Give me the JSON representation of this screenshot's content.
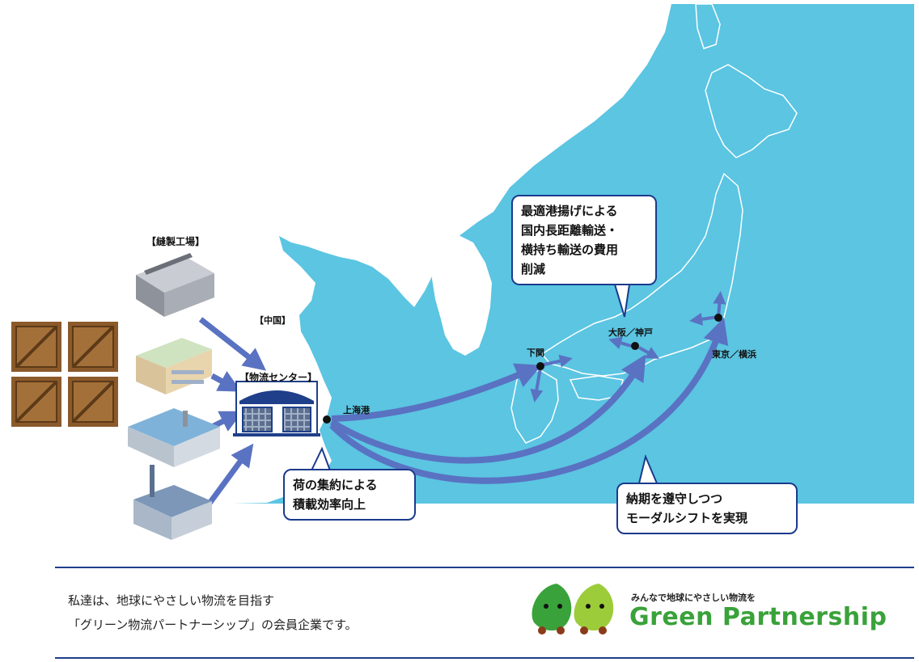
{
  "labels": {
    "sewing_factory": "【縫製工場】",
    "china": "【中国】",
    "logistics_center": "【物流センター】",
    "shanghai_port": "上海港",
    "shimonoseki": "下関",
    "osaka_kobe": "大阪／神戸",
    "tokyo_yokohama": "東京／横浜"
  },
  "callouts": {
    "consolidation": [
      "荷の集約による",
      "積載効率向上"
    ],
    "port_choice": [
      "最適港揚げによる",
      "国内長距離輸送・",
      "横持ち輸送の費用",
      "削減"
    ],
    "modal_shift": [
      "納期を遵守しつつ",
      "モーダルシフトを実現"
    ]
  },
  "footer": {
    "member_line1": "私達は、地球にやさしい物流を目指す",
    "member_line2": "「グリーン物流パートナーシップ」の会員企業です。",
    "logo_tagline": "みんなで地球にやさしい物流を",
    "logo_name": "Green Partnership"
  },
  "colors": {
    "sea": "#5bc5e2",
    "land": "#ffffff",
    "arrow": "#5a72c2",
    "callout_border": "#1b3a8c",
    "crate": "#8b5a2b",
    "logo_green": "#3aa23a"
  }
}
